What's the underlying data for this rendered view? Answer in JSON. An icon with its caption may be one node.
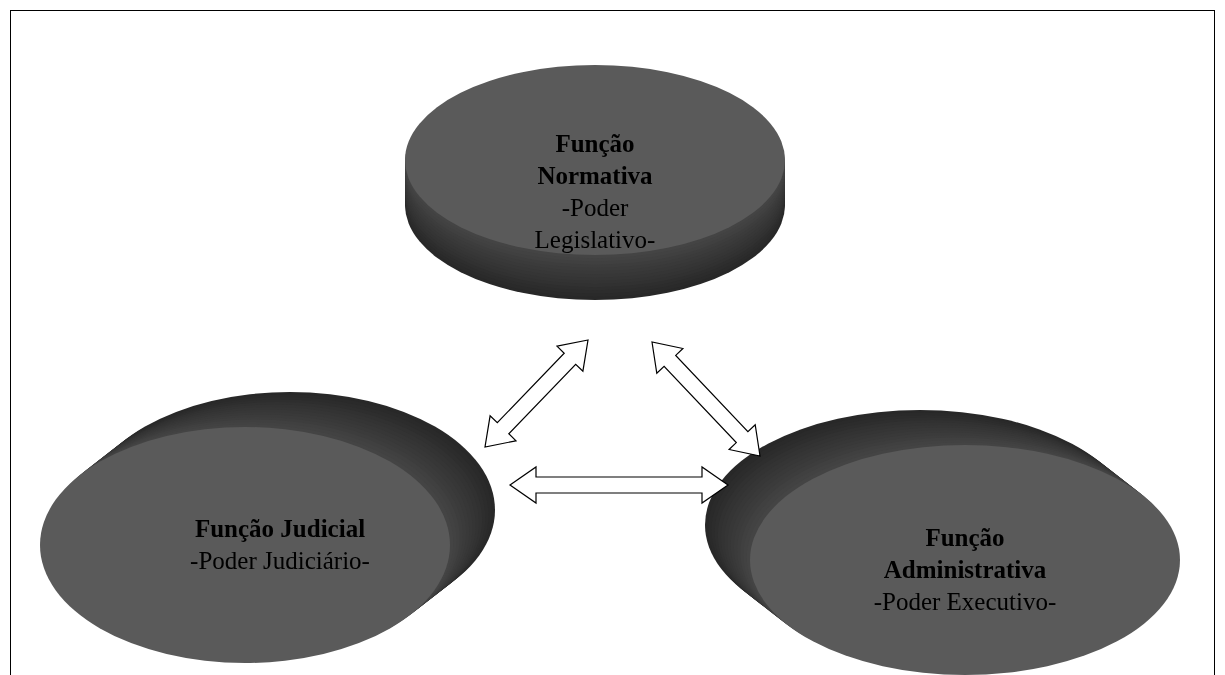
{
  "diagram": {
    "nodes": [
      {
        "text": [
          "Função Normativa",
          "-Poder Legislativo-"
        ]
      },
      {
        "text": [
          "Função Judicial",
          "-Poder Judiciário-"
        ]
      },
      {
        "text": [
          "Função Administrativa",
          "-Poder Executivo-"
        ]
      }
    ],
    "edges": [
      {
        "from": 0,
        "to": 1,
        "arrow": "both"
      },
      {
        "from": 0,
        "to": 2,
        "arrow": "both"
      },
      {
        "from": 1,
        "to": 2,
        "arrow": "both"
      }
    ]
  }
}
